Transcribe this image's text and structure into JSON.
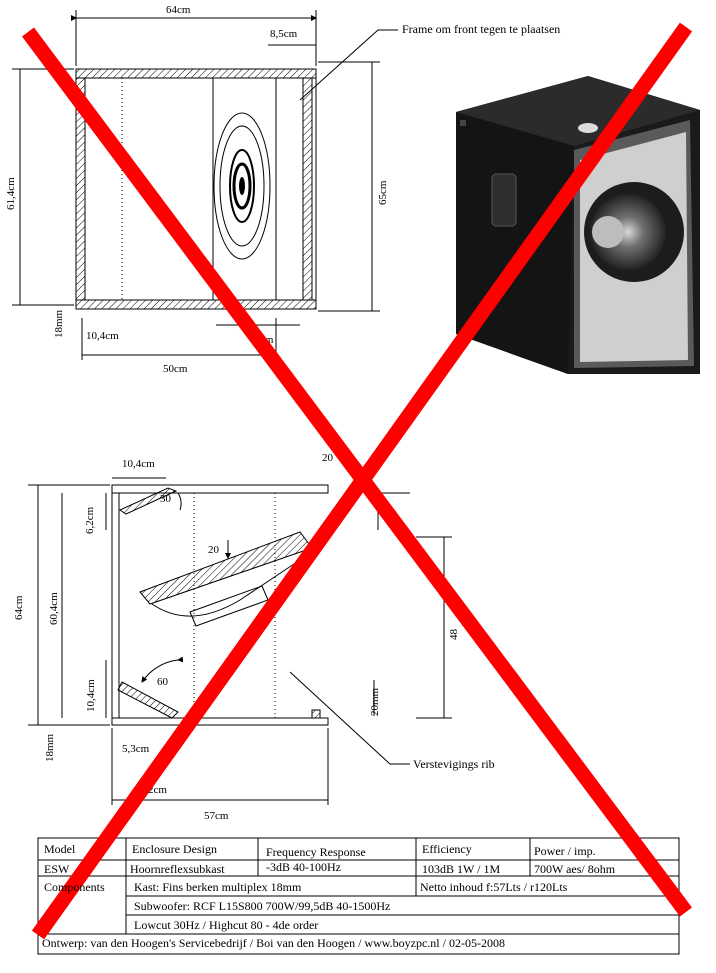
{
  "top_view": {
    "width_total": "64cm",
    "width_inner": "50cm",
    "height_inner": "61,4cm",
    "height_total": "65cm",
    "frame_offset": "8,5cm",
    "wall_bottom": "18mm",
    "offset_left": "10,4cm",
    "offset_right": "cm",
    "frame_label": "Frame om front tegen te plaatsen"
  },
  "side_view": {
    "offset_top": "10,4cm",
    "edge_top": "20",
    "angle_top": "30",
    "offset_upper": "6,2cm",
    "angle_driver": "20",
    "inner_height": "60,4cm",
    "total_height": "64cm",
    "angle_bottom": "60",
    "offset_lower": "10,4cm",
    "wall_bottom": "18mm",
    "offset_base": "5,3cm",
    "offset_base2": "2cm",
    "total_width": "57cm",
    "port_height": "48",
    "port_bottom": "20mm",
    "rib_label": "Verstevigings rib"
  },
  "table": {
    "headers": [
      "Model",
      "Enclosure Design",
      "Frequency Response",
      "Efficiency",
      "Power / imp."
    ],
    "row1": [
      "ESW",
      "Hoornreflexsubkast",
      "-3dB 40-100Hz",
      "103dB 1W / 1M",
      "700W aes/ 8ohm"
    ],
    "components_label": "Components",
    "kast": "Kast: Fins berken multiplex 18mm",
    "netto": "Netto inhoud f:57Lts / r120Lts",
    "subwoofer": "Subwoofer: RCF L15S800 700W/99,5dB 40-1500Hz",
    "lowcut": "Lowcut 30Hz / Highcut 80 - 4de order",
    "footer": "Ontwerp: van den Hoogen's Servicebedrijf / Boi van den Hoogen / www.boyzpc.nl / 02-05-2008"
  },
  "colors": {
    "cross": "#ff0000",
    "cabinet": "#1a1a1a"
  }
}
